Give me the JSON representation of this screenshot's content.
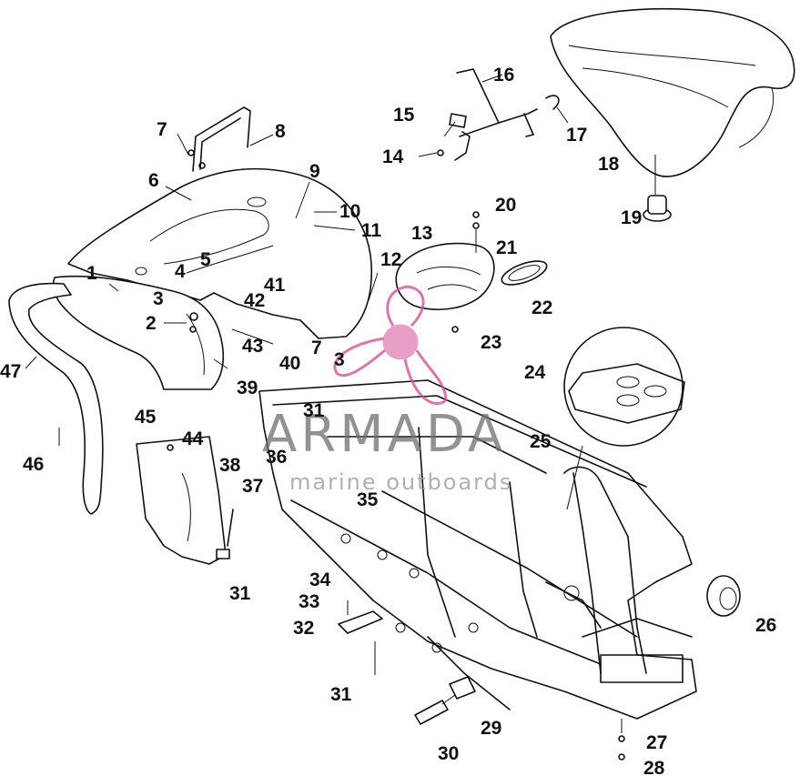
{
  "watermark": {
    "name": "ARMADA",
    "tagline": "marine outboards",
    "logo_color": "#d4549a"
  },
  "callouts": [
    {
      "id": "c1",
      "text": "1"
    },
    {
      "id": "c2",
      "text": "2"
    },
    {
      "id": "c3a",
      "text": "3"
    },
    {
      "id": "c3b",
      "text": "3"
    },
    {
      "id": "c4",
      "text": "4"
    },
    {
      "id": "c5",
      "text": "5"
    },
    {
      "id": "c6",
      "text": "6"
    },
    {
      "id": "c7a",
      "text": "7"
    },
    {
      "id": "c7b",
      "text": "7"
    },
    {
      "id": "c8",
      "text": "8"
    },
    {
      "id": "c9",
      "text": "9"
    },
    {
      "id": "c10",
      "text": "10"
    },
    {
      "id": "c11",
      "text": "11"
    },
    {
      "id": "c12",
      "text": "12"
    },
    {
      "id": "c13",
      "text": "13"
    },
    {
      "id": "c14",
      "text": "14"
    },
    {
      "id": "c15",
      "text": "15"
    },
    {
      "id": "c16",
      "text": "16"
    },
    {
      "id": "c17",
      "text": "17"
    },
    {
      "id": "c18",
      "text": "18"
    },
    {
      "id": "c19",
      "text": "19"
    },
    {
      "id": "c20",
      "text": "20"
    },
    {
      "id": "c21",
      "text": "21"
    },
    {
      "id": "c22",
      "text": "22"
    },
    {
      "id": "c23",
      "text": "23"
    },
    {
      "id": "c24",
      "text": "24"
    },
    {
      "id": "c25",
      "text": "25"
    },
    {
      "id": "c26",
      "text": "26"
    },
    {
      "id": "c27",
      "text": "27"
    },
    {
      "id": "c28",
      "text": "28"
    },
    {
      "id": "c29",
      "text": "29"
    },
    {
      "id": "c30",
      "text": "30"
    },
    {
      "id": "c31a",
      "text": "31"
    },
    {
      "id": "c31b",
      "text": "31"
    },
    {
      "id": "c31c",
      "text": "31"
    },
    {
      "id": "c32",
      "text": "32"
    },
    {
      "id": "c33",
      "text": "33"
    },
    {
      "id": "c34",
      "text": "34"
    },
    {
      "id": "c35",
      "text": "35"
    },
    {
      "id": "c36",
      "text": "36"
    },
    {
      "id": "c37",
      "text": "37"
    },
    {
      "id": "c38",
      "text": "38"
    },
    {
      "id": "c39",
      "text": "39"
    },
    {
      "id": "c40",
      "text": "40"
    },
    {
      "id": "c41",
      "text": "41"
    },
    {
      "id": "c42",
      "text": "42"
    },
    {
      "id": "c43",
      "text": "43"
    },
    {
      "id": "c44",
      "text": "44"
    },
    {
      "id": "c45",
      "text": "45"
    },
    {
      "id": "c46",
      "text": "46"
    },
    {
      "id": "c47",
      "text": "47"
    }
  ]
}
